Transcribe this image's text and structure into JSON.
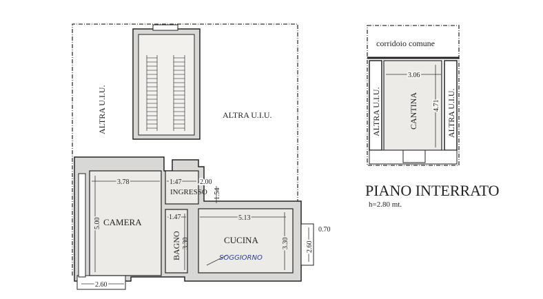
{
  "ground_floor": {
    "other_unit_left": "ALTRA U.I.U.",
    "other_unit_right": "ALTRA U.I.U.",
    "rooms": {
      "camera": {
        "label": "CAMERA",
        "width": "3.78",
        "length": "5.00"
      },
      "ingresso": {
        "label": "INGRESSO",
        "width_a": "1.47",
        "width_b": "2.00",
        "depth": "1.54"
      },
      "bagno": {
        "label": "BAGNO",
        "width": "1.47",
        "length": "3.30"
      },
      "cucina": {
        "label": "CUCINA",
        "width": "5.13",
        "length": "3.30",
        "handwritten_note": "SOGGIORNO"
      },
      "balcony_right": {
        "length": "2.60",
        "depth": "0.70"
      },
      "balcony_left": {
        "length": "2.60"
      }
    }
  },
  "basement": {
    "corridor": "corridoio comune",
    "other_unit_left": "ALTRA U.I.U.",
    "other_unit_right": "ALTRA U.I.U.",
    "cantina": {
      "label": "CANTINA",
      "width": "3.06",
      "length": "4.71"
    },
    "title": "PIANO INTERRATO",
    "height": "h=2.80 mt."
  }
}
